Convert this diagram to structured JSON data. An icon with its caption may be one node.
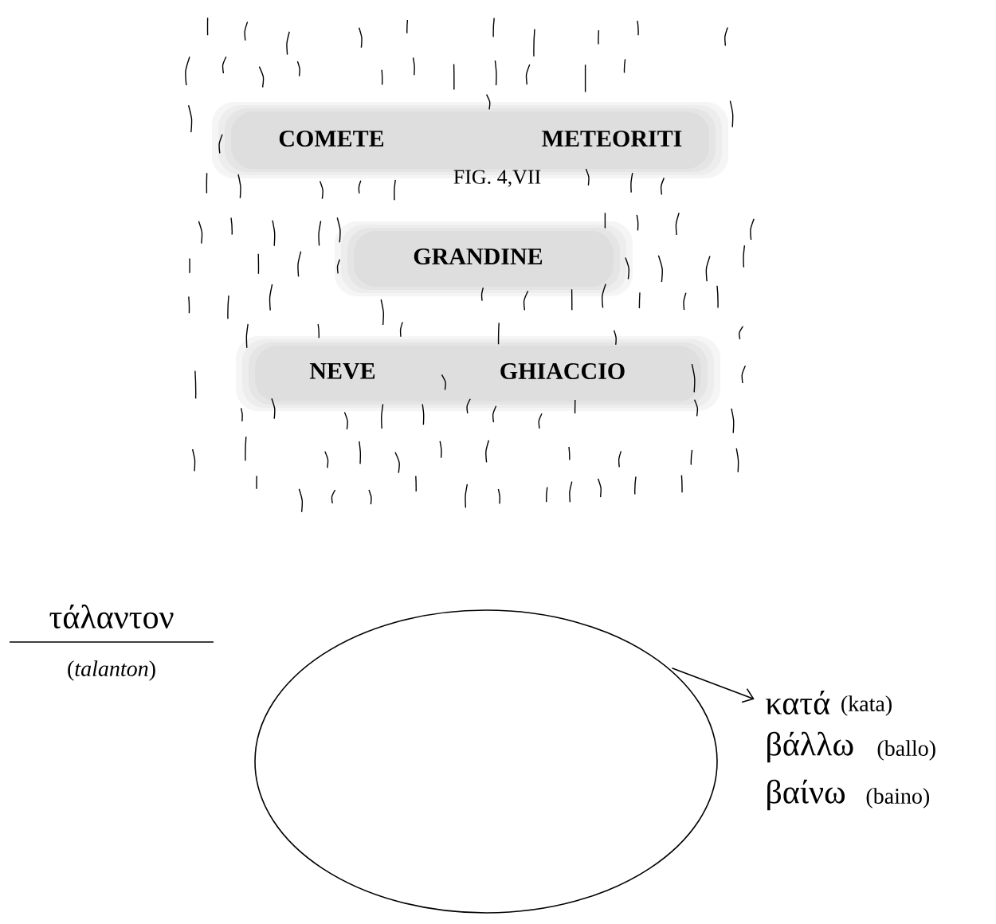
{
  "diagram": {
    "nodes": [
      {
        "text": [],
        "shape": "circle"
      },
      {
        "text": [
          "κατά"
        ],
        "beside": [
          "(kata)"
        ]
      }
    ],
    "edges": [
      {
        "from": 0,
        "to": 1,
        "arrow": "to"
      }
    ],
    "labels": [
      "COMETE",
      "METEORITI",
      "FIG. 4,VII",
      "GRANDINE",
      "NEVE",
      "GHIACCIO",
      "τάλαντον",
      "(*talanton*)",
      "βάλλω",
      "(ballo)",
      "βαίνω",
      "(baino)"
    ]
  }
}
